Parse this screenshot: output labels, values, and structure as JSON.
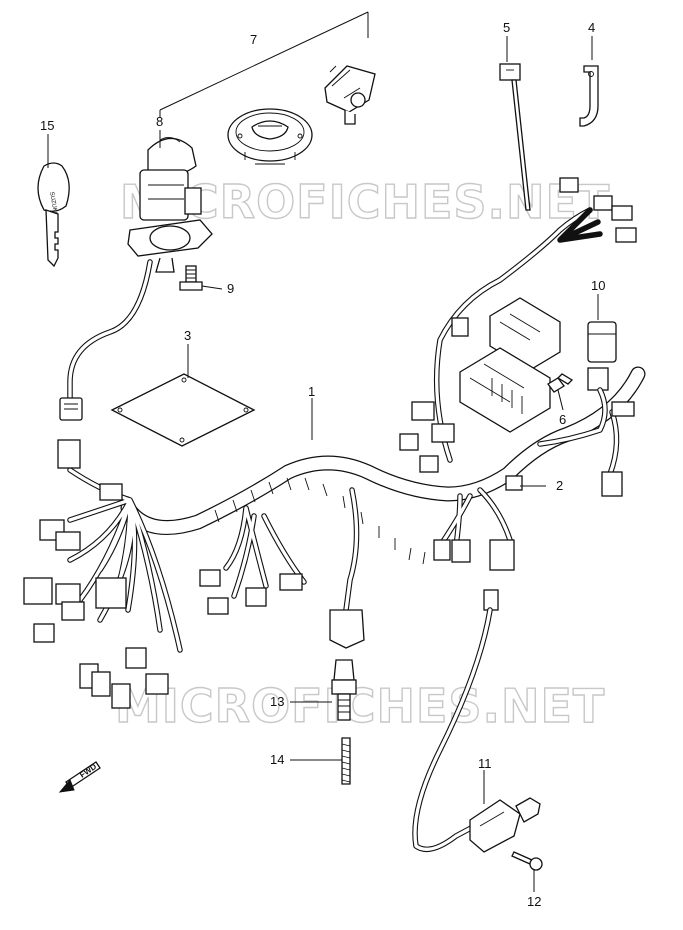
{
  "watermark": {
    "text": "MICROFICHES.NET"
  },
  "key_label": "SUZUKI",
  "fwd_label": "FWD",
  "parts": [
    {
      "id": "p1",
      "number": "1"
    },
    {
      "id": "p2",
      "number": "2"
    },
    {
      "id": "p3",
      "number": "3"
    },
    {
      "id": "p4",
      "number": "4"
    },
    {
      "id": "p5",
      "number": "5"
    },
    {
      "id": "p6",
      "number": "6"
    },
    {
      "id": "p7",
      "number": "7"
    },
    {
      "id": "p8",
      "number": "8"
    },
    {
      "id": "p9",
      "number": "9"
    },
    {
      "id": "p10",
      "number": "10"
    },
    {
      "id": "p11",
      "number": "11"
    },
    {
      "id": "p12",
      "number": "12"
    },
    {
      "id": "p13",
      "number": "13"
    },
    {
      "id": "p14",
      "number": "14"
    },
    {
      "id": "p15",
      "number": "15"
    }
  ]
}
